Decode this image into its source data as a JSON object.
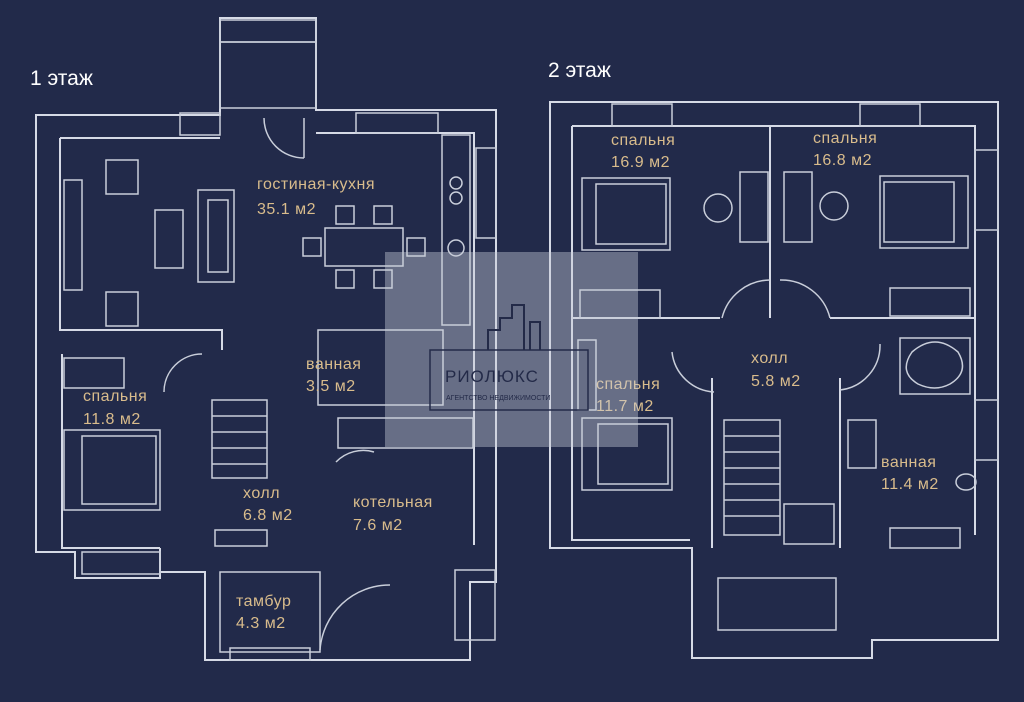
{
  "floors": [
    {
      "label": "1 этаж"
    },
    {
      "label": "2 этаж"
    }
  ],
  "rooms": [
    {
      "name": "гостиная-кухня",
      "area": "35.1 м2"
    },
    {
      "name": "спальня",
      "area": "11.8 м2"
    },
    {
      "name": "ванная",
      "area": "3.5 м2"
    },
    {
      "name": "холл",
      "area": "6.8 м2"
    },
    {
      "name": "котельная",
      "area": "7.6 м2"
    },
    {
      "name": "тамбур",
      "area": "4.3 м2"
    },
    {
      "name": "спальня",
      "area": "16.9 м2"
    },
    {
      "name": "спальня",
      "area": "16.8 м2"
    },
    {
      "name": "холл",
      "area": "5.8 м2"
    },
    {
      "name": "спальня",
      "area": "11.7 м2"
    },
    {
      "name": "ванная",
      "area": "11.4 м2"
    }
  ],
  "watermark": {
    "brand": "РИОЛЮКС",
    "tagline": "АГЕНТСТВО НЕДВИЖИМОСТИ"
  },
  "colors": {
    "background": "#222a4a",
    "walls": "#d6dae6",
    "labels": "#d9bc8c"
  }
}
